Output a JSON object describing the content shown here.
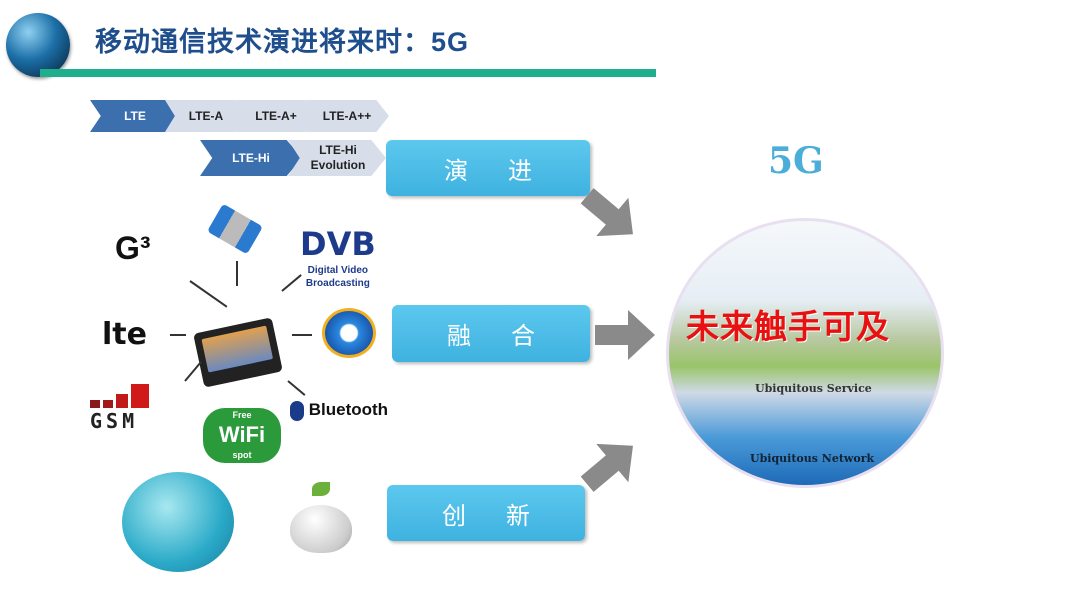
{
  "header": {
    "title": "移动通信技术演进将来时：5G"
  },
  "evolution_row1": [
    "LTE",
    "LTE-A",
    "LTE-A+",
    "LTE-A++"
  ],
  "evolution_row2": [
    "LTE-Hi",
    "LTE-Hi Evolution"
  ],
  "boxes": {
    "evolve": "演进",
    "converge": "融合",
    "innovate": "创新"
  },
  "logos": {
    "dvb": "DVB",
    "dvb_sub1": "Digital Video",
    "dvb_sub2": "Broadcasting",
    "lte": "lte",
    "gsm": "GSM",
    "wifi_top": "Free",
    "wifi": "WiFi",
    "wifi_bottom": "spot",
    "bluetooth": "Bluetooth",
    "g3": "G³"
  },
  "vision": {
    "label": "5G",
    "slogan": "未来触手可及",
    "service": "Ubiquitous Service",
    "network": "Ubiquitous Network"
  },
  "colors": {
    "title": "#1f4e8c",
    "rule": "#1faf8c",
    "box": "#4fbde6",
    "slogan": "#e81010"
  }
}
